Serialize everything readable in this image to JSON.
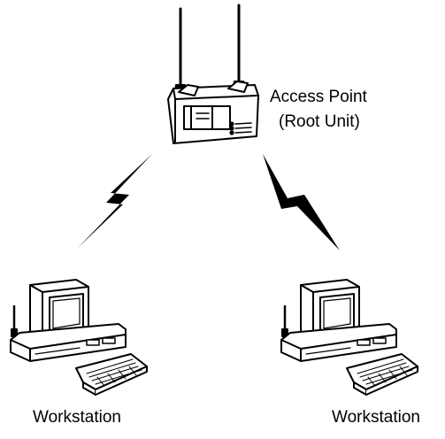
{
  "access_point": {
    "label_line1": "Access Point",
    "label_line2": "(Root Unit)"
  },
  "workstations": [
    {
      "label": "Workstation"
    },
    {
      "label": "Workstation"
    }
  ],
  "colors": {
    "stroke": "#000000",
    "background": "#ffffff"
  }
}
